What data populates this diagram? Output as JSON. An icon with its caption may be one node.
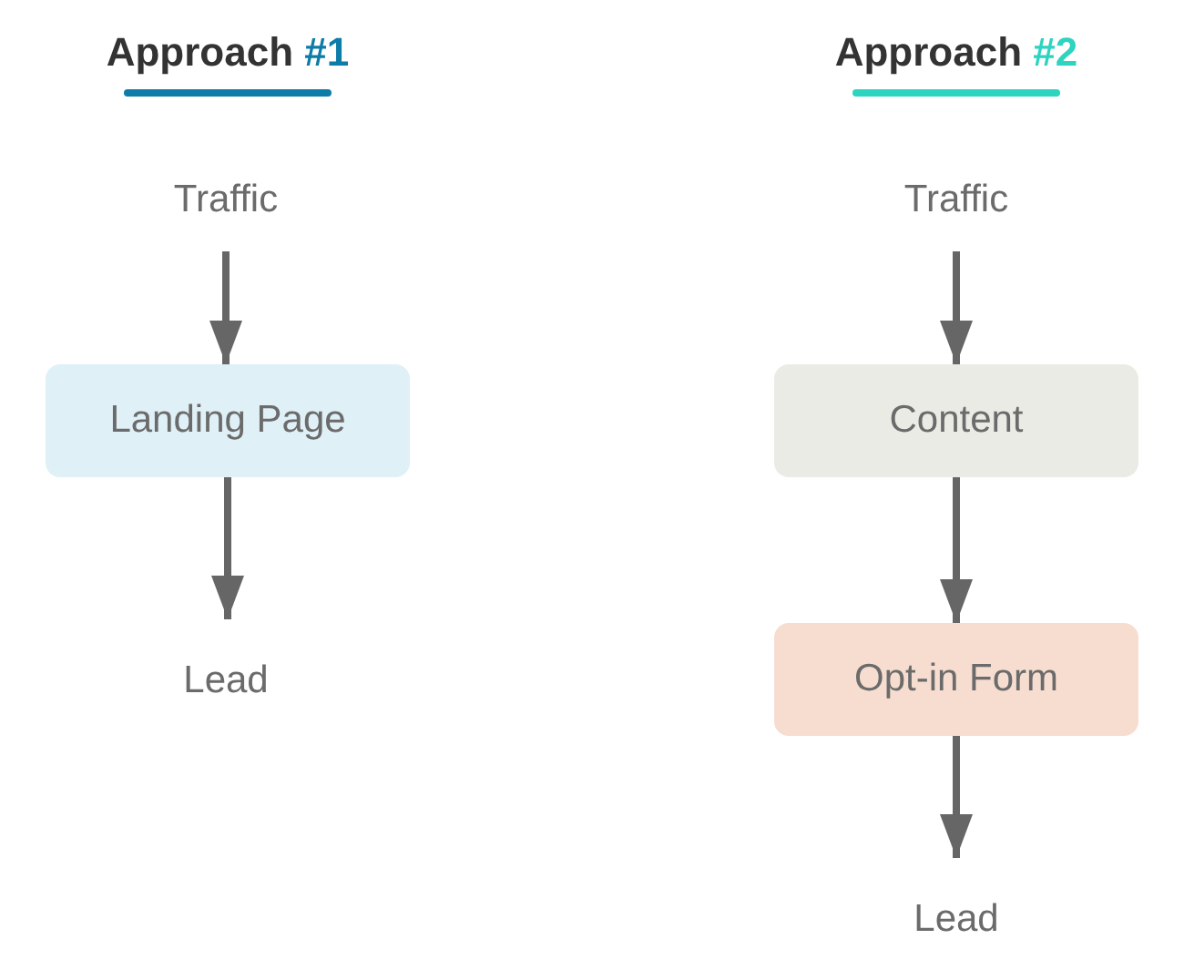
{
  "diagram": {
    "nodes": [
      {
        "text": [
          "Traffic"
        ]
      },
      {
        "text": [
          "Landing Page"
        ]
      },
      {
        "text": [
          "Lead"
        ]
      },
      {
        "text": [
          "Traffic"
        ]
      },
      {
        "text": [
          "Content"
        ]
      },
      {
        "text": [
          "Opt-in Form"
        ]
      },
      {
        "text": [
          "Lead"
        ]
      }
    ],
    "edges": [
      {
        "from": 0,
        "to": 1,
        "arrow": "to"
      },
      {
        "from": 1,
        "to": 2,
        "arrow": "to"
      },
      {
        "from": 3,
        "to": 4,
        "arrow": "to"
      },
      {
        "from": 4,
        "to": 5,
        "arrow": "to"
      },
      {
        "from": 5,
        "to": 6,
        "arrow": "to"
      }
    ],
    "labels": [
      "Approach #1",
      "Approach #2"
    ]
  }
}
